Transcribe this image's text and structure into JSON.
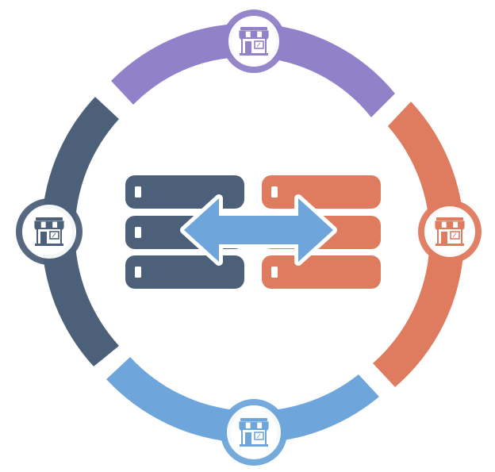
{
  "colors": {
    "purple": "#9181c9",
    "orange": "#df7b5e",
    "blue": "#6ea6dc",
    "slate": "#4d6079",
    "arrow_light": "#6ea6dc",
    "white": "#ffffff"
  },
  "nodes": [
    {
      "id": "top",
      "color_key": "purple",
      "icon": "store-icon"
    },
    {
      "id": "right",
      "color_key": "orange",
      "icon": "store-icon"
    },
    {
      "id": "bottom",
      "color_key": "blue",
      "icon": "store-icon"
    },
    {
      "id": "left",
      "color_key": "slate",
      "icon": "store-icon"
    }
  ],
  "center": {
    "left_stack": {
      "color_key": "slate",
      "icon": "server-stack-icon",
      "rows": 3
    },
    "right_stack": {
      "color_key": "orange",
      "icon": "server-stack-icon",
      "rows": 3
    },
    "connector": {
      "icon": "double-arrow-icon",
      "color_key": "arrow_light"
    }
  }
}
